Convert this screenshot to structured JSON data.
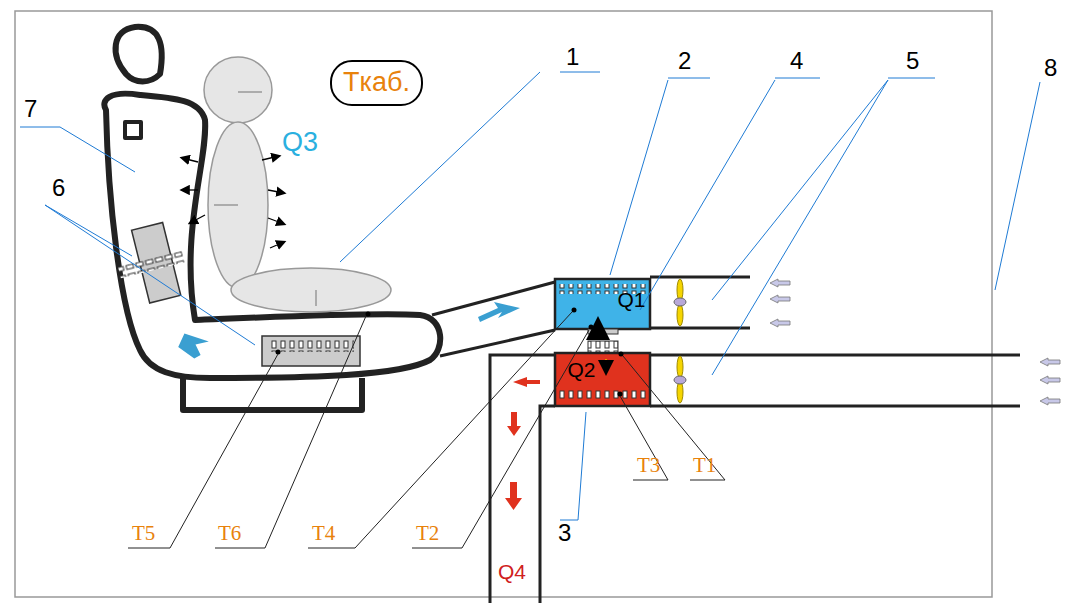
{
  "diagram": {
    "nodes": [
      {
        "text": [
          "Tкаб."
        ]
      },
      {
        "text": [
          "Q1"
        ]
      },
      {
        "text": [
          "Q2"
        ]
      }
    ],
    "labels": [
      "1",
      "2",
      "4",
      "5",
      "8",
      "7",
      "Q3",
      "6",
      "3",
      "T3",
      "T1",
      "T5",
      "T6",
      "T4",
      "T2",
      "Q4"
    ]
  }
}
